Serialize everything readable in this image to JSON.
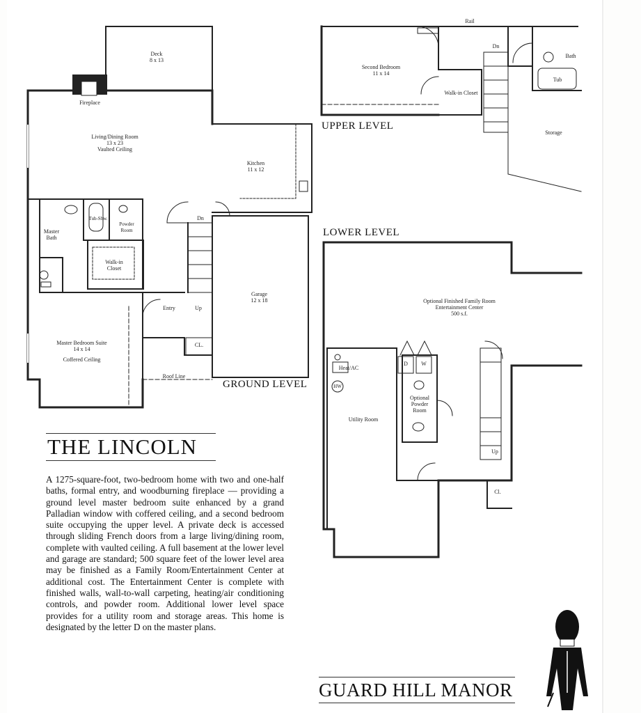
{
  "plan_name": "THE LINCOLN",
  "description": "A 1275-square-foot, two-bedroom home with two and one-half baths, formal entry, and woodburning fireplace — providing a ground level master bedroom suite enhanced by a grand Palladian window with coffered ceiling, and a second bedroom suite occupying the upper level. A private deck is accessed through sliding French doors from a large living/dining room, complete with vaulted ceiling. A full basement at the lower level and garage are standard; 500 square feet of the lower level area may be finished as a Family Room/Entertainment Center at additional cost. The Entertainment Center is complete with finished walls, wall-to-wall carpeting, heating/air conditioning controls, and powder room. Additional lower level space provides for a utility room and storage areas. This home is designated by the letter D on the master plans.",
  "brand": "GUARD HILL MANOR",
  "levels": {
    "ground": "GROUND LEVEL",
    "upper": "UPPER LEVEL",
    "lower": "LOWER LEVEL"
  },
  "rooms": {
    "deck_name": "Deck",
    "deck_size": "8 x 13",
    "fireplace": "Fireplace",
    "living_name": "Living/Dining Room",
    "living_size": "13 x 23",
    "living_note": "Vaulted Ceiling",
    "kitchen_name": "Kitchen",
    "kitchen_size": "11 x 12",
    "master_bath": "Master Bath",
    "tub_shw": "Tub-Shw.",
    "powder_room": "Powder Room",
    "walkin_closet": "Walk-in Closet",
    "dn_ground": "Dn",
    "up_ground": "Up",
    "entry": "Entry",
    "cl_ground": "CL.",
    "garage_name": "Garage",
    "garage_size": "12 x 18",
    "master_suite_name": "Master Bedroom Suite",
    "master_suite_size": "14 x 14",
    "master_suite_note": "Coffered Ceiling",
    "roof_line": "Roof Line",
    "second_bed_name": "Second Bedroom",
    "second_bed_size": "11 x 14",
    "walkin_upper": "Walk-in Closet",
    "dn_upper": "Dn",
    "bath_upper": "Bath",
    "tub_upper": "Tub",
    "storage_upper": "Storage",
    "rail": "Rail",
    "family_room_name": "Optional Finished Family Room",
    "family_room_sub": "Entertainment Center",
    "family_room_size": "500 s.f.",
    "heat_ac": "Heat/AC",
    "hw": "HW",
    "washer": "W",
    "dryer": "D",
    "optional_powder": "Optional Powder Room",
    "utility_room": "Utility Room",
    "up_lower": "Up",
    "cl_lower": "Cl."
  }
}
